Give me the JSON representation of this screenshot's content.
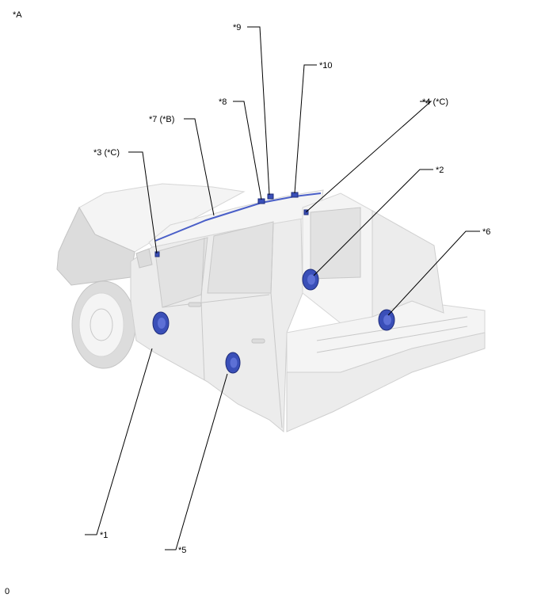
{
  "header": {
    "view_label": "*A"
  },
  "footer": {
    "code": "0"
  },
  "callouts": {
    "c1": "*1",
    "c2": "*2",
    "c3": "*3 (*C)",
    "c4": "*4 (*C)",
    "c5": "*5",
    "c6": "*6",
    "c7": "*7 (*B)",
    "c8": "*8",
    "c9": "*9",
    "c10": "*10"
  },
  "colors": {
    "component": "#3a4fb8",
    "vehicle": "#ececec"
  }
}
